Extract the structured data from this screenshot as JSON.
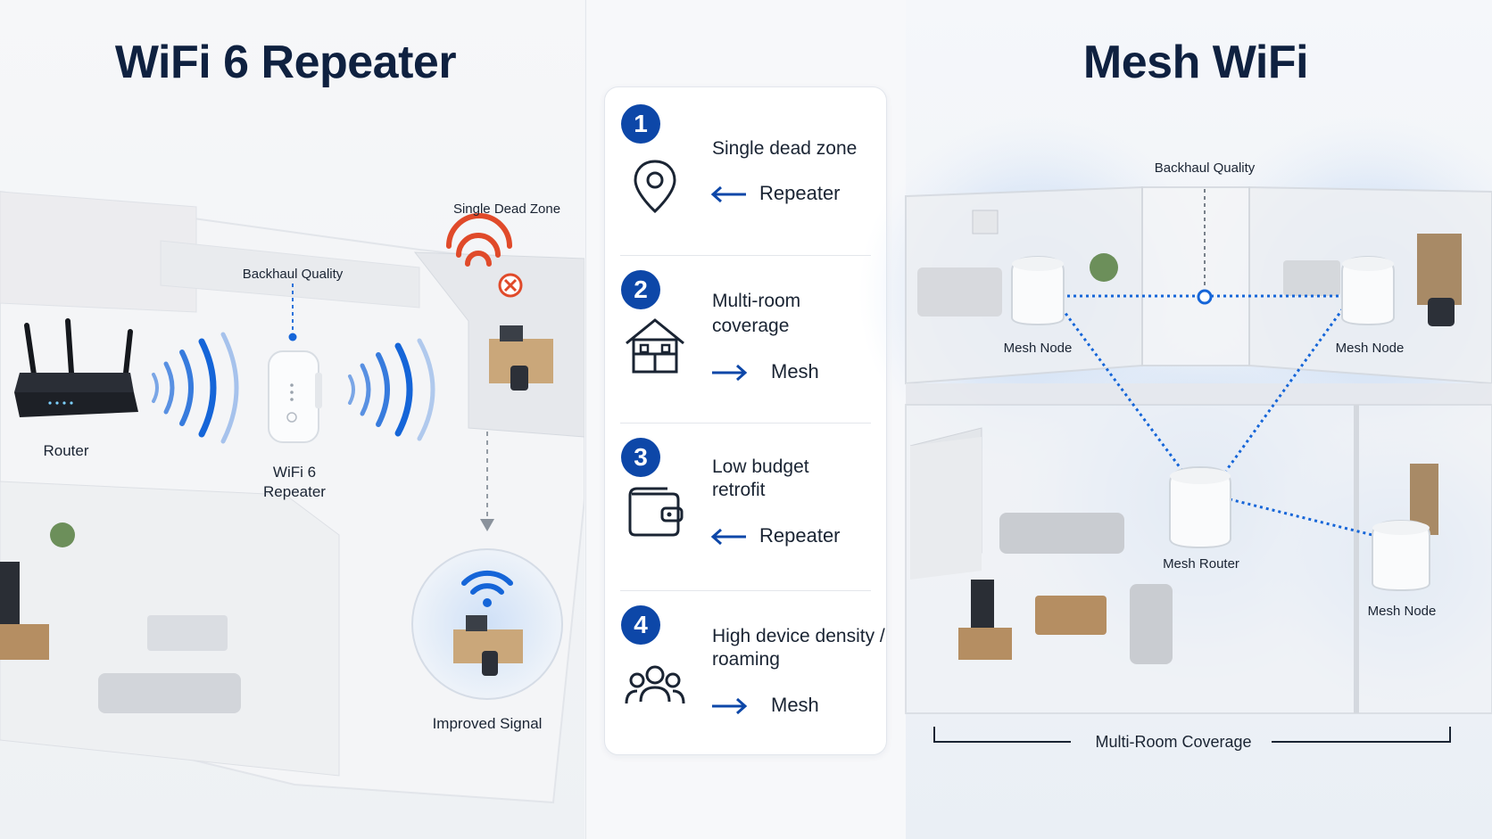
{
  "left": {
    "title": "WiFi 6 Repeater",
    "router_label": "Router",
    "repeater_label_line1": "WiFi 6",
    "repeater_label_line2": "Repeater",
    "backhaul_label": "Backhaul Quality",
    "dead_zone_label": "Single Dead Zone",
    "improved_label": "Improved Signal"
  },
  "middle": {
    "rows": [
      {
        "number": "1",
        "text_line1": "Single dead zone",
        "text_line2": "",
        "result": "Repeater",
        "arrow": "left",
        "icon": "location-pin-icon"
      },
      {
        "number": "2",
        "text_line1": "Multi-room",
        "text_line2": "coverage",
        "result": "Mesh",
        "arrow": "right",
        "icon": "house-icon"
      },
      {
        "number": "3",
        "text_line1": "Low budget",
        "text_line2": "retrofit",
        "result": "Repeater",
        "arrow": "left",
        "icon": "wallet-icon"
      },
      {
        "number": "4",
        "text_line1": "High device density /",
        "text_line2": "roaming",
        "result": "Mesh",
        "arrow": "right",
        "icon": "people-icon"
      }
    ]
  },
  "right": {
    "title": "Mesh WiFi",
    "backhaul_label": "Backhaul Quality",
    "node_top_left": "Mesh Node",
    "node_top_right": "Mesh Node",
    "router": "Mesh Router",
    "node_bottom_right": "Mesh Node",
    "coverage_label": "Multi-Room Coverage"
  },
  "colors": {
    "title": "#0f2140",
    "accent_blue": "#1565d8",
    "badge_blue": "#0d47a8",
    "dead_zone_red": "#e04a2a"
  }
}
